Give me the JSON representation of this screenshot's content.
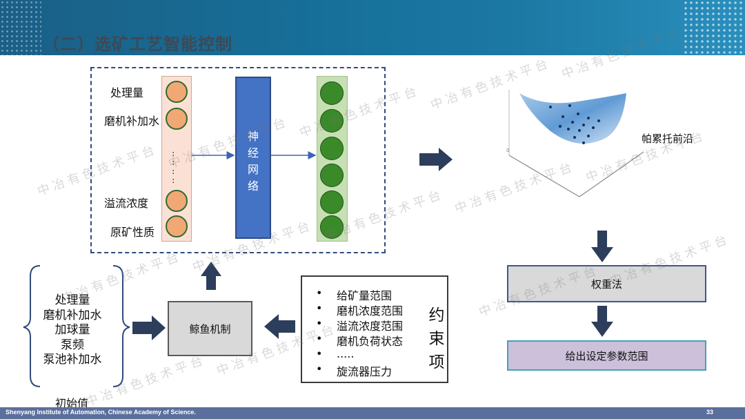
{
  "header": {
    "title": "（二）选矿工艺智能控制"
  },
  "footer": {
    "institution": "Shenyang Institute of Automation, Chinese Academy of Science.",
    "page_number": "33"
  },
  "network": {
    "input_labels": [
      "处理量",
      "磨机补加水",
      "溢流浓度",
      "原矿性质"
    ],
    "block_label": "神经网络",
    "block_chars": [
      "神",
      "经",
      "网",
      "络"
    ]
  },
  "initial_values": {
    "items": [
      "处理量",
      "磨机补加水",
      "加球量",
      "泵频",
      "泵池补加水"
    ],
    "label": "初始值"
  },
  "whale": {
    "label": "鲸鱼机制"
  },
  "constraints": {
    "items": [
      "给矿量范围",
      "磨机浓度范围",
      "溢流浓度范围",
      "磨机负荷状态",
      ".....",
      "旋流器压力"
    ],
    "title_chars": [
      "约",
      "束",
      "项"
    ]
  },
  "pareto": {
    "label": "帕累托前沿"
  },
  "weight_method": {
    "label": "权重法"
  },
  "result": {
    "label": "给出设定参数范围"
  },
  "watermark": {
    "text": "中冶有色技术平台"
  },
  "colors": {
    "header": "#1b6b94",
    "input_node": "#f2a875",
    "output_node": "#3b8a2a",
    "nn_block": "#4472c4",
    "arrow": "#2c3e5c",
    "surface": "#6fa8dc"
  }
}
